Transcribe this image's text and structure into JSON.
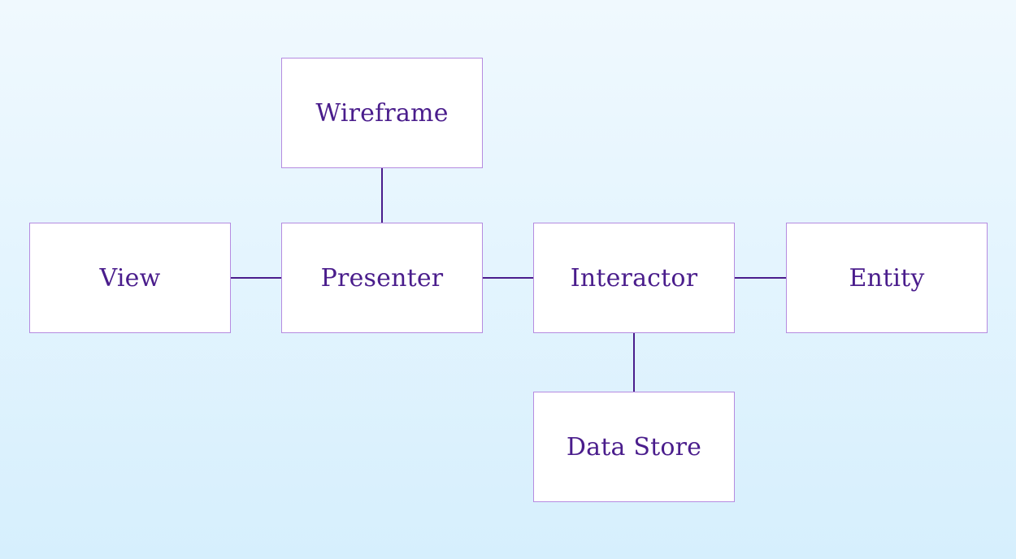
{
  "nodes": {
    "wireframe": {
      "label": "Wireframe"
    },
    "view": {
      "label": "View"
    },
    "presenter": {
      "label": "Presenter"
    },
    "interactor": {
      "label": "Interactor"
    },
    "entity": {
      "label": "Entity"
    },
    "data_store": {
      "label": "Data Store"
    }
  },
  "edges": [
    {
      "from": "wireframe",
      "to": "presenter"
    },
    {
      "from": "view",
      "to": "presenter"
    },
    {
      "from": "presenter",
      "to": "interactor"
    },
    {
      "from": "interactor",
      "to": "entity"
    },
    {
      "from": "interactor",
      "to": "data_store"
    }
  ],
  "colors": {
    "node_text": "#4a1d8c",
    "node_border": "#b58be0",
    "connector": "#4a1d8c",
    "background_top": "#f0f9fe",
    "background_bottom": "#d6effd"
  }
}
